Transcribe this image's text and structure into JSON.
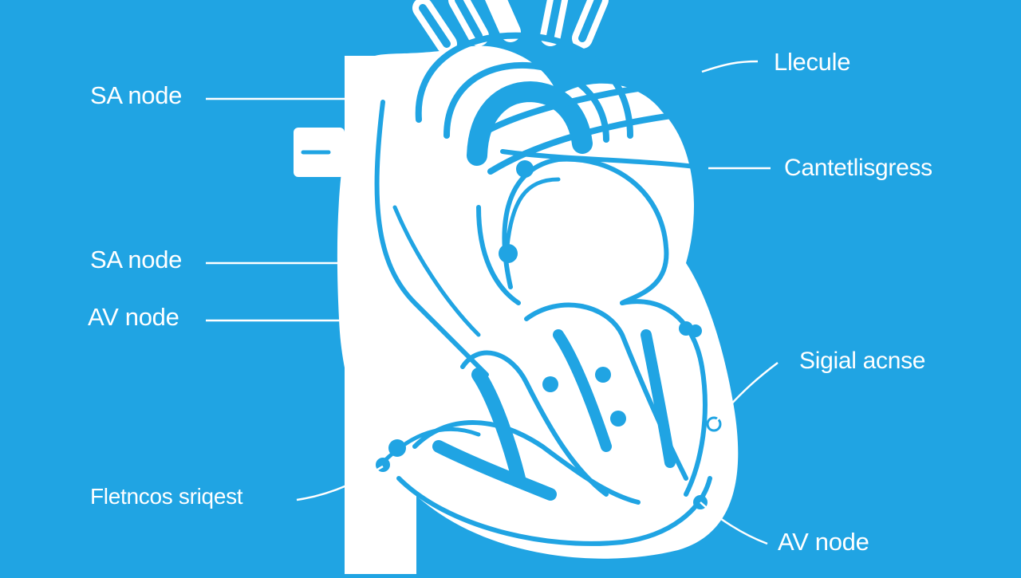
{
  "diagram": {
    "background_color": "#20a4e3",
    "line_color": "#ffffff",
    "fill_color": "#ffffff",
    "labels": {
      "left_top": "SA node",
      "left_middle": "SA node",
      "left_av": "AV node",
      "left_bottom": "Fletncos sriqest",
      "right_top": "Llecule",
      "right_upper": "Cantetlisgress",
      "right_middle": "Sigial acnse",
      "right_bottom": "AV node"
    }
  }
}
